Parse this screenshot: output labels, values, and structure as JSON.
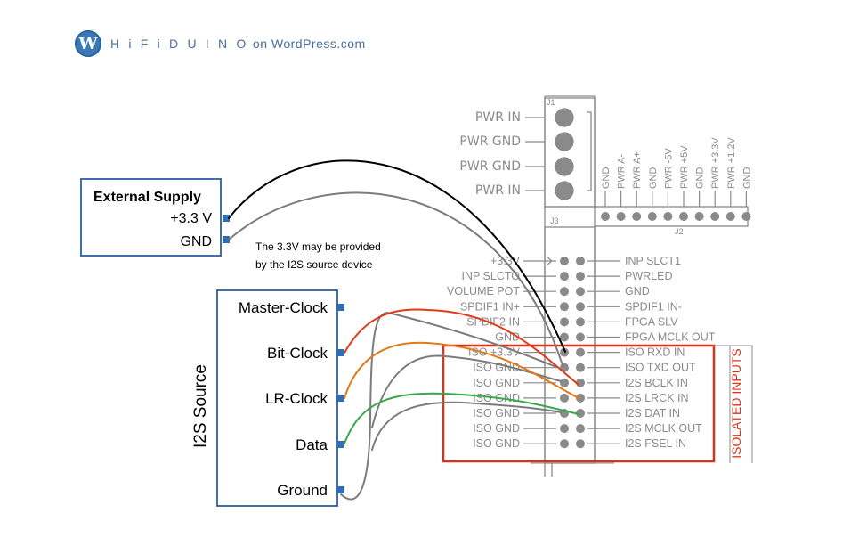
{
  "header": {
    "logo_letter": "W",
    "site_name_spaced": "H i F i D U I N O",
    "site_suffix": " on WordPress.com"
  },
  "external_supply": {
    "title": "External Supply",
    "pins": [
      "+3.3 V",
      "GND"
    ],
    "note_line1": "The 3.3V may be provided",
    "note_line2": "by the I2S source device"
  },
  "i2s_source": {
    "title": "I2S Source",
    "pins": [
      "Master-Clock",
      "Bit-Clock",
      "LR-Clock",
      "Data",
      "Ground"
    ]
  },
  "j1": {
    "label": "J1",
    "pins": [
      "PWR IN",
      "PWR GND",
      "PWR GND",
      "PWR IN"
    ]
  },
  "j2": {
    "label": "J2",
    "pins": [
      "GND",
      "PWR A-",
      "PWR A+",
      "GND",
      "PWR -5V",
      "PWR +5V",
      "GND",
      "PWR +3.3V",
      "PWR +1.2V",
      "GND"
    ]
  },
  "j3": {
    "label": "J3",
    "left_pins": [
      "+3.3V",
      "INP SLCTO",
      "VOLUME POT",
      "SPDIF1 IN+",
      "SPDIF2 IN",
      "GND",
      "ISO +3.3V",
      "ISO GND",
      "ISO GND",
      "ISO GND",
      "ISO GND",
      "ISO GND",
      "ISO GND"
    ],
    "right_pins": [
      "INP SLCT1",
      "PWRLED",
      "GND",
      "SPDIF1 IN-",
      "FPGA SLV",
      "FPGA MCLK OUT",
      "ISO RXD IN",
      "ISO TXD OUT",
      "I2S BCLK IN",
      "I2S LRCK IN",
      "I2S DAT IN",
      "I2S MCLK OUT",
      "I2S FSEL IN"
    ]
  },
  "isolated_label": "ISOLATED INPUTS",
  "colors": {
    "box_blue": "#2e5f9e",
    "pin_square": "#2f6db5",
    "wire_black": "#000000",
    "wire_gray": "#7c7c7c",
    "wire_red": "#e03a1a",
    "wire_orange": "#e07a1a",
    "wire_green": "#3aa84a",
    "isolated_red": "#d6341c",
    "board_gray": "#8a8a8a"
  }
}
